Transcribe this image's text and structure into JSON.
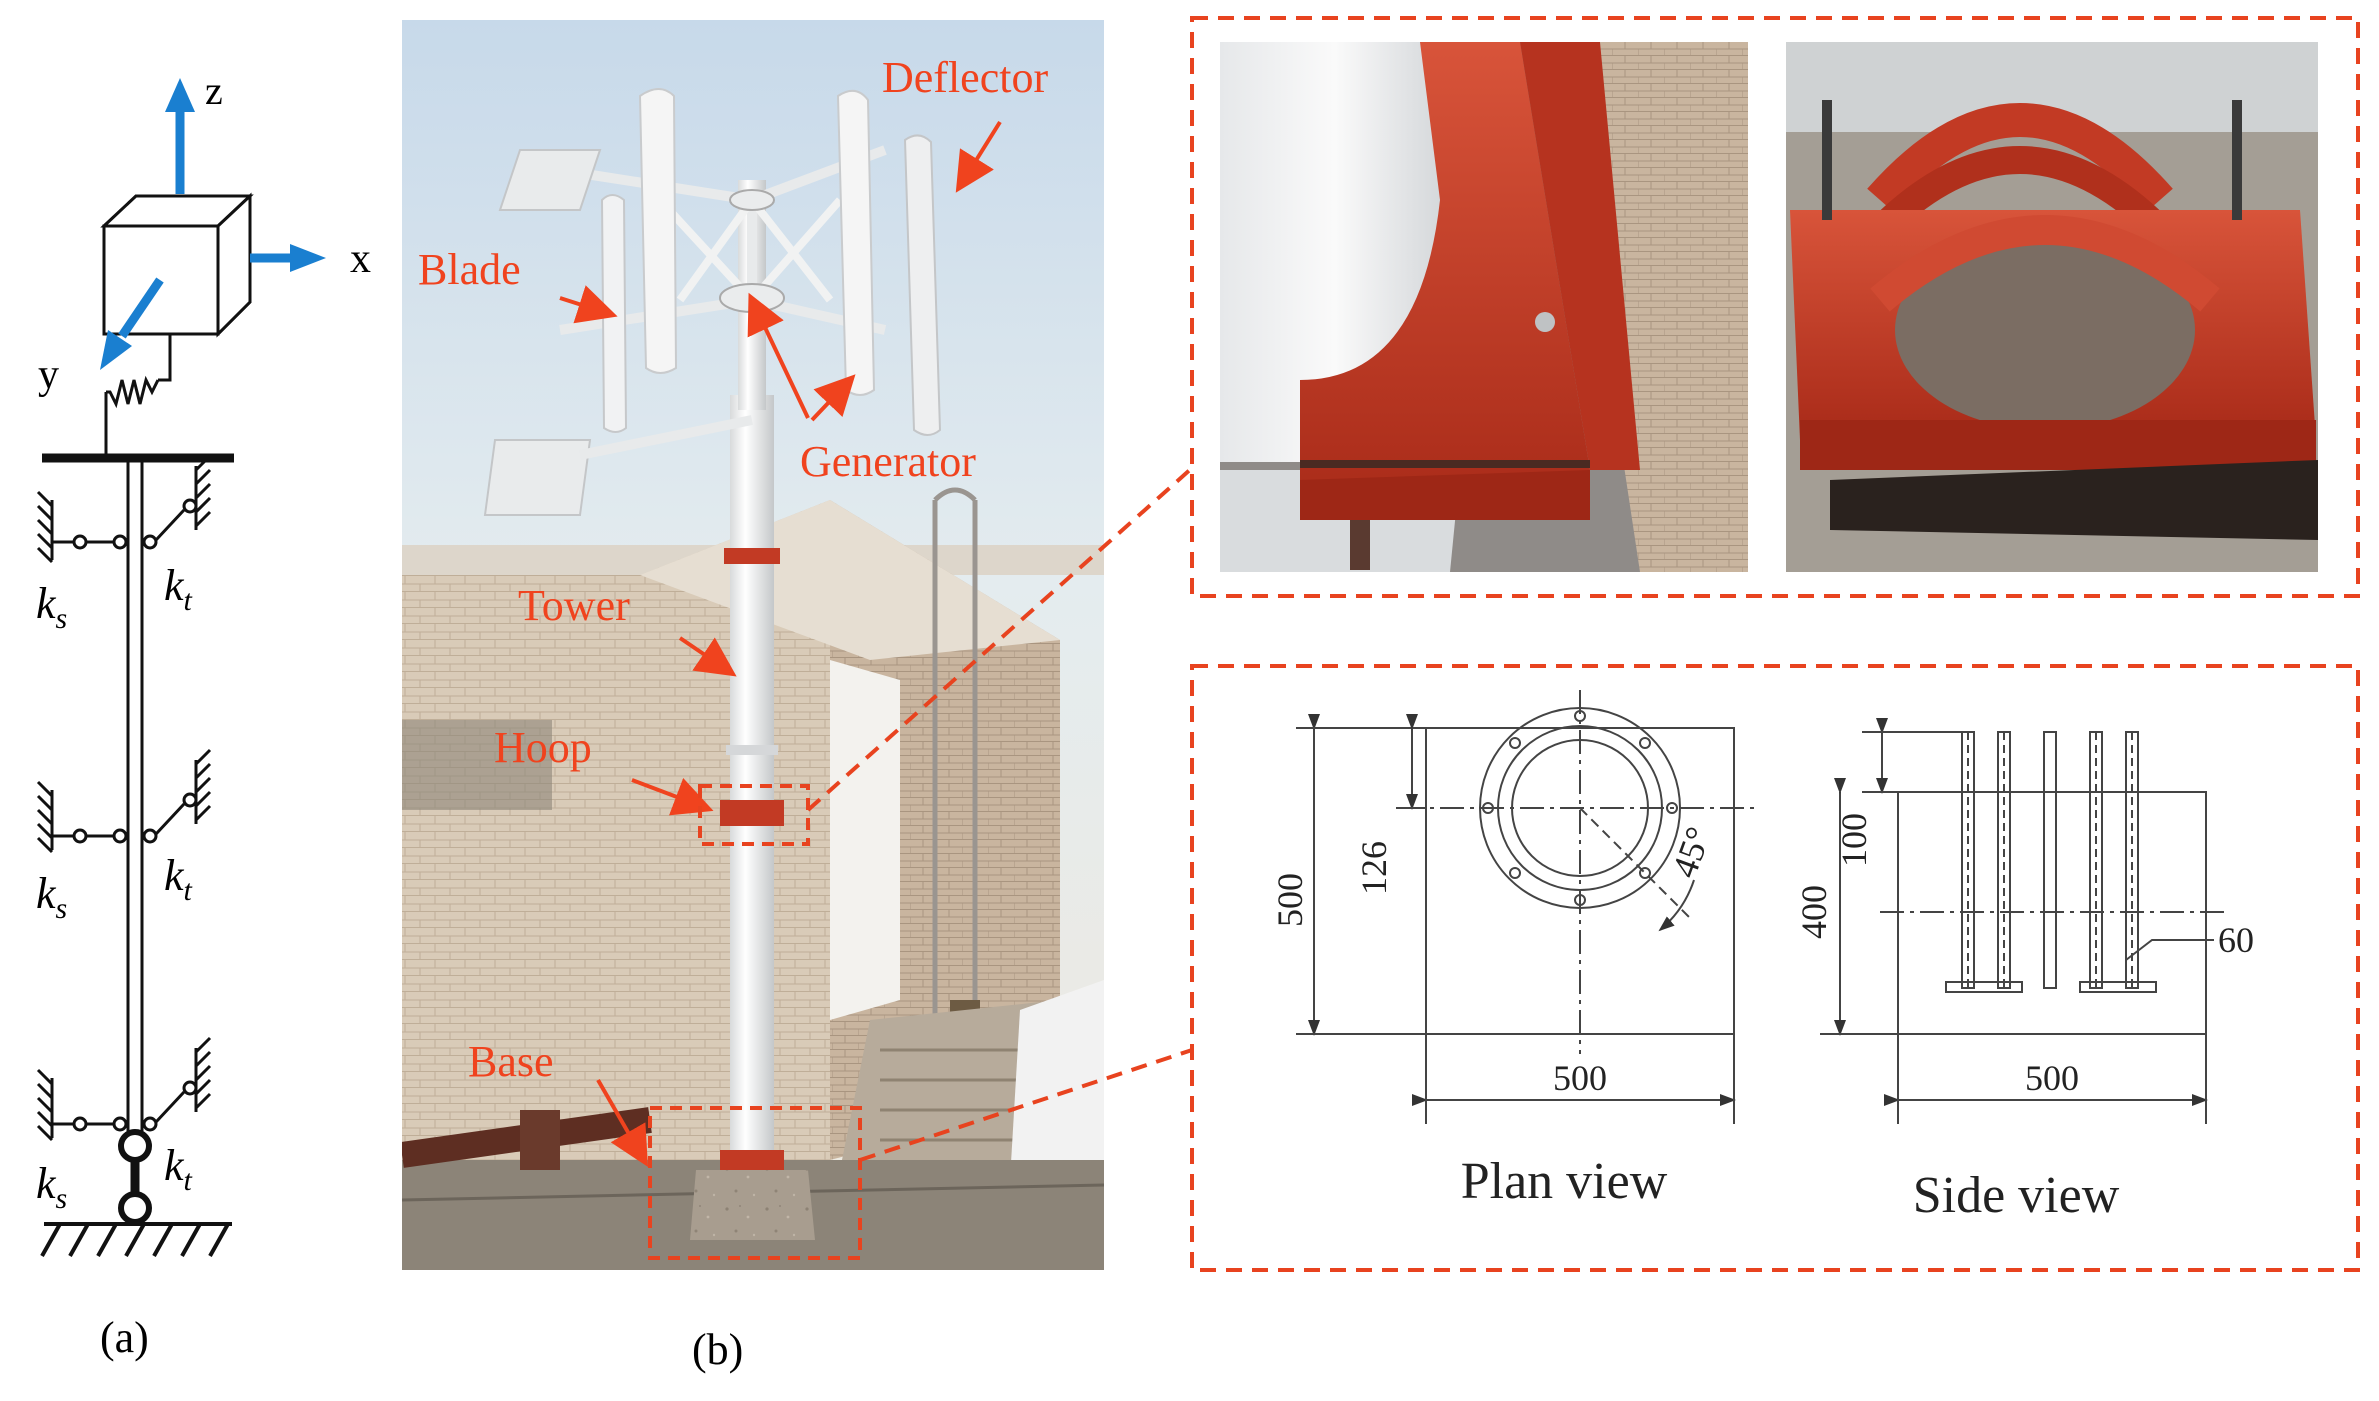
{
  "panel_a": {
    "axis_x": "x",
    "axis_y": "y",
    "axis_z": "z",
    "ks": "k",
    "ks_sub": "s",
    "kt": "k",
    "kt_sub": "t",
    "caption": "(a)"
  },
  "panel_b": {
    "caption": "(b)",
    "labels": {
      "deflector": "Deflector",
      "blade": "Blade",
      "generator": "Generator",
      "tower": "Tower",
      "hoop": "Hoop",
      "base": "Base"
    }
  },
  "drawings": {
    "plan": {
      "title": "Plan view",
      "dim_height": "500",
      "dim_offset": "126",
      "dim_angle": "45°",
      "dim_width": "500"
    },
    "side": {
      "title": "Side view",
      "dim_100": "100",
      "dim_400": "400",
      "dim_60": "60",
      "dim_width": "500"
    }
  },
  "colors": {
    "label_red": "#f0431e",
    "axis_blue": "#1a7fd0",
    "dash_red": "#e8431f",
    "hoop_red": "#c23a24"
  }
}
